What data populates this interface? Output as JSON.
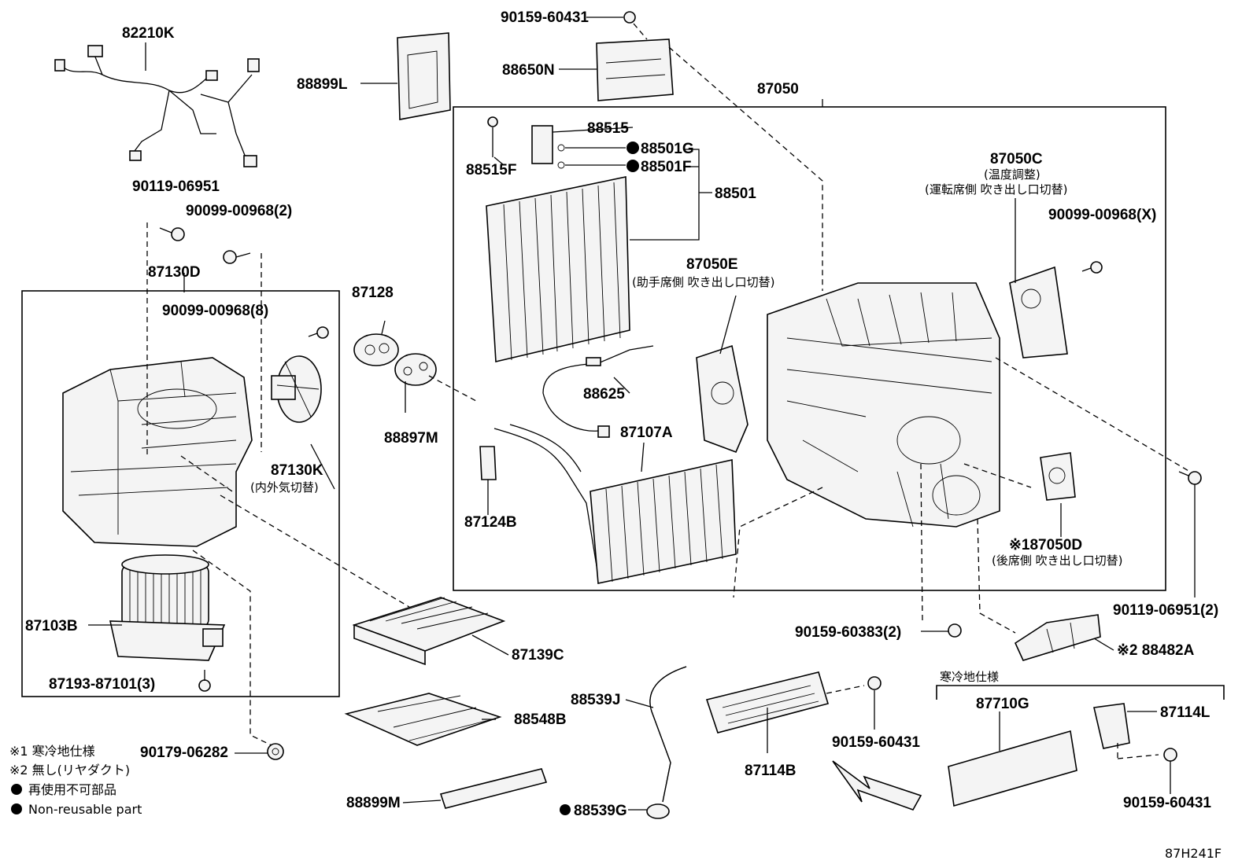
{
  "labels": {
    "p82210K": "82210K",
    "p90119_06951": "90119-06951",
    "p90099_00968_2": "90099-00968(2)",
    "p87130D": "87130D",
    "p90099_00968_8": "90099-00968(8)",
    "p87130K": "87130K",
    "p87130K_note": "(内外気切替)",
    "p87103B": "87103B",
    "p87193_87101": "87193-87101(3)",
    "p90179_06282": "90179-06282",
    "p88899L": "88899L",
    "p87128": "87128",
    "p88897M": "88897M",
    "p87139C": "87139C",
    "p88548B": "88548B",
    "p88899M": "88899M",
    "p88539J": "88539J",
    "p88539G": "88539G",
    "p90159_60431_top": "90159-60431",
    "p88650N": "88650N",
    "p87050": "87050",
    "p88515": "88515",
    "p88515F": "88515F",
    "p88501G": "88501G",
    "p88501F": "88501F",
    "p88501": "88501",
    "p88625": "88625",
    "p87124B": "87124B",
    "p87107A": "87107A",
    "p87050E": "87050E",
    "p87050E_note": "(助手席側 吹き出し口切替)",
    "p87050C": "87050C",
    "p87050C_note1": "(温度調整)",
    "p87050C_note2": "(運転席側 吹き出し口切替)",
    "p90099_00968_X": "90099-00968(X)",
    "p87050D": "※187050D",
    "p87050D_note": "(後席側 吹き出し口切替)",
    "p90119_06951_2": "90119-06951(2)",
    "p90159_60383": "90159-60383(2)",
    "p88482A": "※2 88482A",
    "p87114B": "87114B",
    "p90159_60431_mid": "90159-60431",
    "cold_spec": "寒冷地仕様",
    "p87710G": "87710G",
    "p87114L": "87114L",
    "p90159_60431_br": "90159-60431"
  },
  "legend": {
    "note1": "※1 寒冷地仕様",
    "note2": "※2 無し(リヤダクト)",
    "nonreuse_jp": "再使用不可部品",
    "nonreuse_en": "Non-reusable part"
  },
  "diagram_code": "87H241F"
}
